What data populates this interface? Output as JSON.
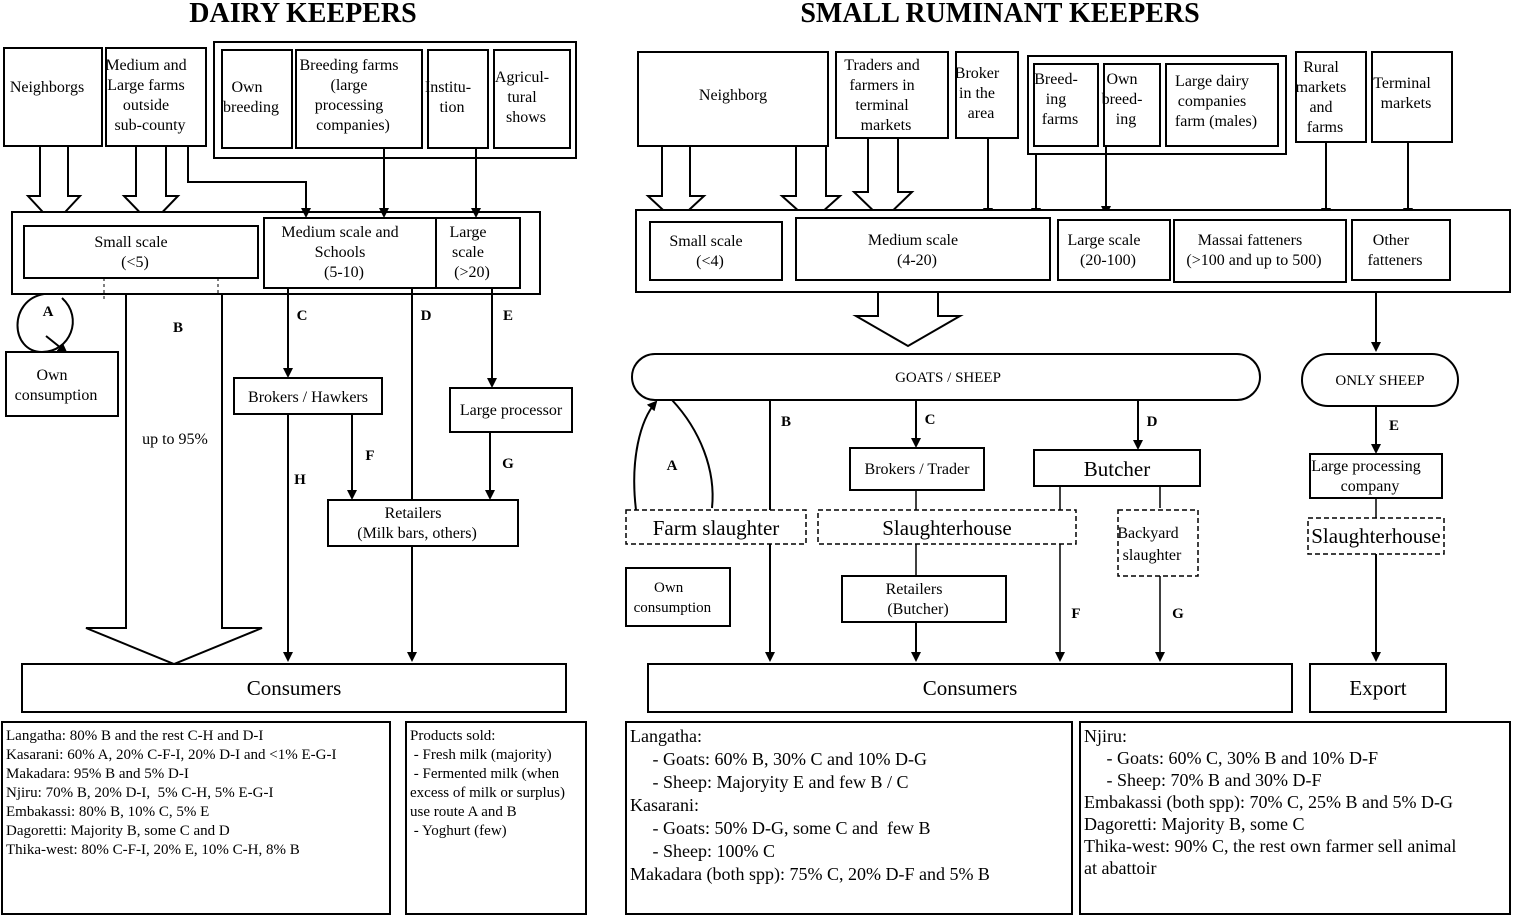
{
  "dairy": {
    "title": "DAIRY KEEPERS",
    "sources": [
      {
        "id": "neighbors",
        "lines": [
          "Neighborgs"
        ]
      },
      {
        "id": "medium-large-farms",
        "lines": [
          "Medium and",
          "Large farms",
          "outside",
          "sub-county"
        ]
      },
      {
        "id": "own-breeding",
        "lines": [
          "Own",
          "breeding"
        ]
      },
      {
        "id": "breeding-farms",
        "lines": [
          "Breeding farms",
          "(large",
          "processing",
          "companies)"
        ]
      },
      {
        "id": "institution",
        "lines": [
          "Institu-",
          "tion"
        ]
      },
      {
        "id": "agricultural-shows",
        "lines": [
          "Agricul-",
          "tural",
          "shows"
        ]
      }
    ],
    "scales": [
      {
        "id": "small",
        "lines": [
          "Small scale",
          "(<5)"
        ]
      },
      {
        "id": "medium",
        "lines": [
          "Medium scale and",
          "Schools",
          "(5-10)"
        ]
      },
      {
        "id": "large",
        "lines": [
          "Large",
          "scale",
          "(>20)"
        ]
      }
    ],
    "own_consumption": [
      "Own",
      "consumption"
    ],
    "brokers": "Brokers / Hawkers",
    "large_processor": "Large processor",
    "retailers": [
      "Retailers",
      "(Milk bars, others)"
    ],
    "up_to": "up to 95%",
    "consumers": "Consumers",
    "letters": {
      "A": "A",
      "B": "B",
      "C": "C",
      "D": "D",
      "E": "E",
      "F": "F",
      "G": "G",
      "H": "H"
    },
    "notes": [
      "Langatha: 80% B and the rest C-H and D-I",
      "Kasarani: 60% A, 20% C-F-I, 20% D-I and <1% E-G-I",
      "Makadara: 95% B and 5% D-I",
      "Njiru: 70% B, 20% D-I,  5% C-H, 5% E-G-I",
      "Embakassi: 80% B, 10% C, 5% E",
      "Dagoretti: Majority B, some C and D",
      "",
      "Thika-west: 80% C-F-I, 20% E, 10% C-H, 8% B"
    ],
    "products": [
      "Products sold:",
      " - Fresh milk (majority)",
      " - Fermented milk (when",
      "excess of milk or surplus)",
      "use route A and B",
      " - Yoghurt (few)"
    ]
  },
  "ruminant": {
    "title": "SMALL RUMINANT KEEPERS",
    "sources": [
      {
        "id": "neighbors",
        "lines": [
          "Neighborg"
        ]
      },
      {
        "id": "traders-farmers",
        "lines": [
          "Traders and",
          "farmers in",
          "terminal",
          "markets"
        ]
      },
      {
        "id": "broker-area",
        "lines": [
          "Broker",
          "in the",
          "area"
        ]
      },
      {
        "id": "breeding-farms",
        "lines": [
          "Breed-",
          "ing",
          "farms"
        ]
      },
      {
        "id": "own-breeding",
        "lines": [
          "Own",
          "breed-",
          "ing"
        ]
      },
      {
        "id": "large-dairy",
        "lines": [
          "Large dairy",
          "companies",
          "farm (males)"
        ]
      },
      {
        "id": "rural-markets",
        "lines": [
          "Rural",
          "markets",
          "and",
          "farms"
        ]
      },
      {
        "id": "terminal-markets",
        "lines": [
          "Terminal",
          "markets"
        ]
      }
    ],
    "scales": [
      {
        "id": "small",
        "lines": [
          "Small scale",
          "(<4)"
        ]
      },
      {
        "id": "medium",
        "lines": [
          "Medium scale",
          "(4-20)"
        ]
      },
      {
        "id": "large",
        "lines": [
          "Large scale",
          "(20-100)"
        ]
      },
      {
        "id": "massai",
        "lines": [
          "Massai fatteners",
          "(>100 and up to 500)"
        ]
      },
      {
        "id": "other",
        "lines": [
          "Other",
          "fatteners"
        ]
      }
    ],
    "goats_sheep": "GOATS / SHEEP",
    "only_sheep": "ONLY SHEEP",
    "brokers": "Brokers / Trader",
    "butcher": "Butcher",
    "farm_slaughter": "Farm slaughter",
    "slaughterhouse": "Slaughterhouse",
    "backyard": [
      "Backyard",
      "slaughter"
    ],
    "own_consumption": [
      "Own",
      "consumption"
    ],
    "retailers": [
      "Retailers",
      "(Butcher)"
    ],
    "large_processing": [
      "Large processing",
      "company"
    ],
    "slaughterhouse2": "Slaughterhouse",
    "consumers": "Consumers",
    "export": "Export",
    "letters": {
      "A": "A",
      "B": "B",
      "C": "C",
      "D": "D",
      "E": "E",
      "F": "F",
      "G": "G"
    },
    "notes_left": [
      "Langatha:",
      "     - Goats: 60% B, 30% C and 10% D-G",
      "     - Sheep: Majoryity E and few B / C",
      "Kasarani:",
      "     - Goats: 50% D-G, some C and  few B",
      "     - Sheep: 100% C",
      "Makadara (both spp): 75% C, 20% D-F and 5% B"
    ],
    "notes_right": [
      "Njiru:",
      "     - Goats: 60% C, 30% B and 10% D-F",
      "     - Sheep: 70% B and 30% D-F",
      "Embakassi (both spp): 70% C, 25% B and 5% D-G",
      "Dagoretti: Majority B, some C",
      "",
      "Thika-west: 90% C, the rest own farmer sell animal",
      "at abattoir"
    ]
  }
}
